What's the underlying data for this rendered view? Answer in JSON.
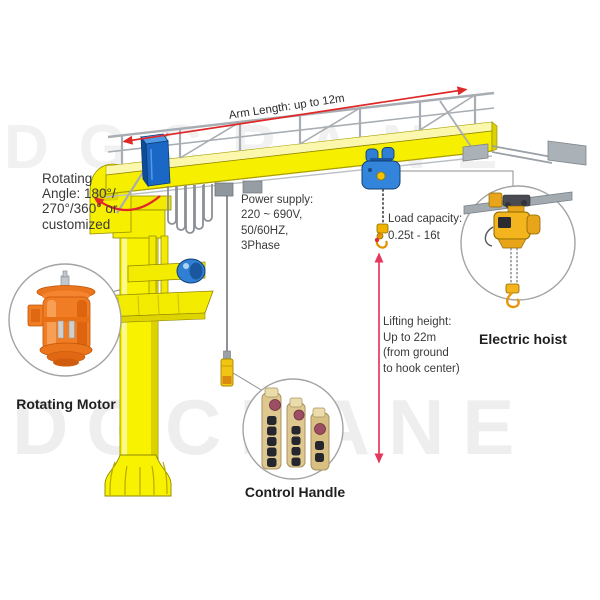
{
  "title": "Jib crane specification diagram",
  "watermark": {
    "text": "DGCRANE"
  },
  "labels": {
    "arm_length": "Arm Length: up to 12m",
    "rotating_angle_lines": [
      "Rotating",
      "Angle: 180°/",
      "270°/360° or",
      "customized"
    ],
    "power_supply_lines": [
      "Power supply:",
      "220 ~ 690V,",
      "50/60HZ,",
      "3Phase"
    ],
    "load_capacity_lines": [
      "Load capacity:",
      "0.25t - 16t"
    ],
    "lifting_height_lines": [
      "Lifting height:",
      "Up to 22m",
      "(from ground",
      "to hook center)"
    ],
    "rotating_motor": "Rotating Motor",
    "control_handle": "Control Handle",
    "electric_hoist": "Electric hoist"
  },
  "colors": {
    "crane_yellow": "#F7EF00",
    "beam_top_yellow": "#FBF8AE",
    "accent_red": "#E02828",
    "lifting_arrow_red": "#E5385E",
    "trolley_blue": "#2F80D4",
    "cabinet_blue": "#1A67C6",
    "motor_orange": "#F07D24",
    "hoist_yellow": "#F3B41E",
    "pendant_tan": "#DFC890",
    "rail_gray": "#A7ADB2"
  }
}
